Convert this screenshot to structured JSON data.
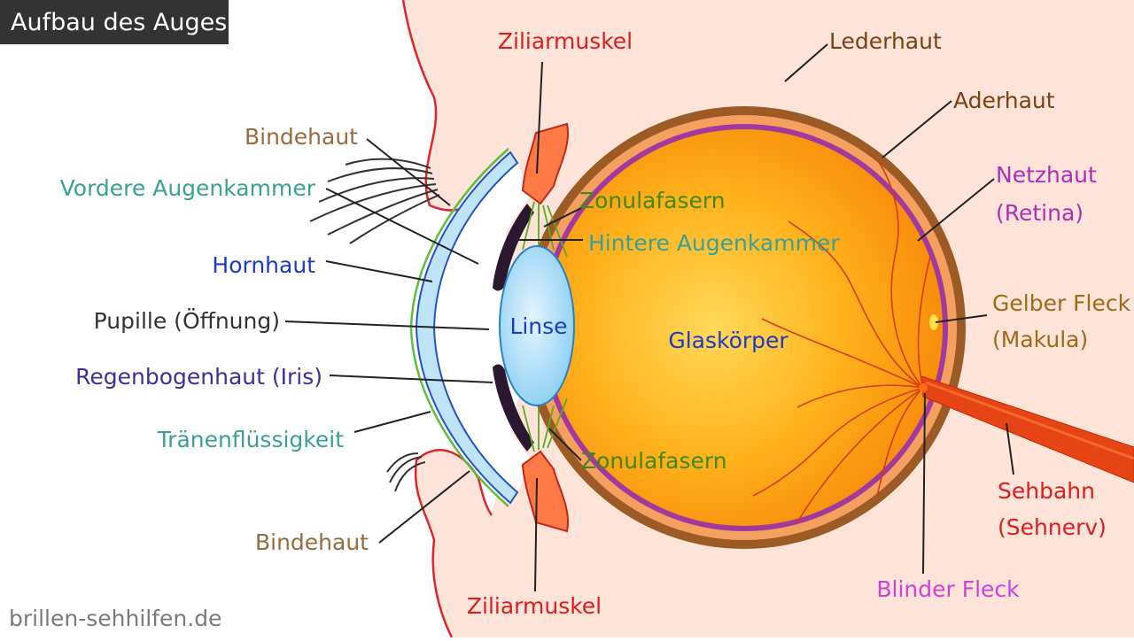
{
  "title": "Aufbau des Auges",
  "watermark": "brillen-sehhilfen.de",
  "colors": {
    "brown": "#9a6a3f",
    "teal": "#3aa097",
    "blue": "#1c3cc6",
    "dark": "#333333",
    "indigo": "#3b3294",
    "red": "#d81f1f",
    "green": "#3f8a12",
    "darkbrown": "#7b4315",
    "purple": "#b12fb8",
    "ochre": "#a06b16",
    "magenta": "#cd44d2",
    "skin": "#fde3d8",
    "vitreous": "#fb9b0d"
  },
  "labels": {
    "bindehaut_top": "Bindehaut",
    "vordere_augenkammer": "Vordere Augenkammer",
    "hornhaut": "Hornhaut",
    "pupille": "Pupille (Öffnung)",
    "iris": "Regenbogenhaut (Iris)",
    "traenen": "Tränenflüssigkeit",
    "bindehaut_bottom": "Bindehaut",
    "ziliar_top": "Ziliarmuskel",
    "ziliar_bottom": "Ziliarmuskel",
    "zonula_top": "Zonulafasern",
    "hintere_augenkammer": "Hintere Augenkammer",
    "zonula_bottom": "Zonulafasern",
    "linse": "Linse",
    "glaskoerper": "Glaskörper",
    "lederhaut": "Lederhaut",
    "aderhaut": "Aderhaut",
    "netzhaut_1": "Netzhaut",
    "netzhaut_2": "(Retina)",
    "gelber_1": "Gelber Fleck",
    "gelber_2": "(Makula)",
    "sehbahn_1": "Sehbahn",
    "sehbahn_2": "(Sehnerv)",
    "blinder": "Blinder Fleck"
  }
}
